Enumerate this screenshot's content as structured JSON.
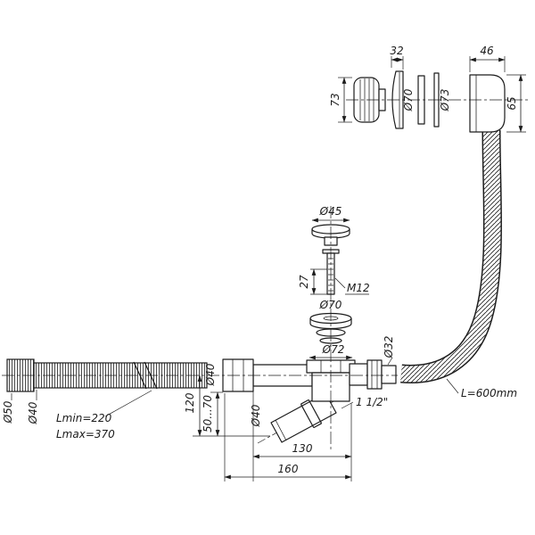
{
  "drawing": {
    "title": "Bathtub drain and overflow siphon - dimensional drawing",
    "background": "#ffffff",
    "line_color": "#1c1c1c",
    "labels": {
      "dim_73": "73",
      "dim_32": "32",
      "dia_70_overflow": "Ø70",
      "dia_73_overflow": "Ø73",
      "dim_46": "46",
      "dim_65": "65",
      "dia_45": "Ø45",
      "dim_27": "27",
      "thread_m12": "M12",
      "dia_70_flange": "Ø70",
      "dia_72": "Ø72",
      "dia_32_outlet": "Ø32",
      "hose_length": "L=600mm",
      "thread_size": "1 1/2\"",
      "dia_50": "Ø50",
      "dia_40_hose_end": "Ø40",
      "dia_40_inlet": "Ø40",
      "dia_40_outlet": "Ø40",
      "l_min": "Lmin=220",
      "l_max": "Lmax=370",
      "dim_120": "120",
      "dim_50_70": "50...70",
      "dim_130": "130",
      "dim_160": "160"
    }
  }
}
